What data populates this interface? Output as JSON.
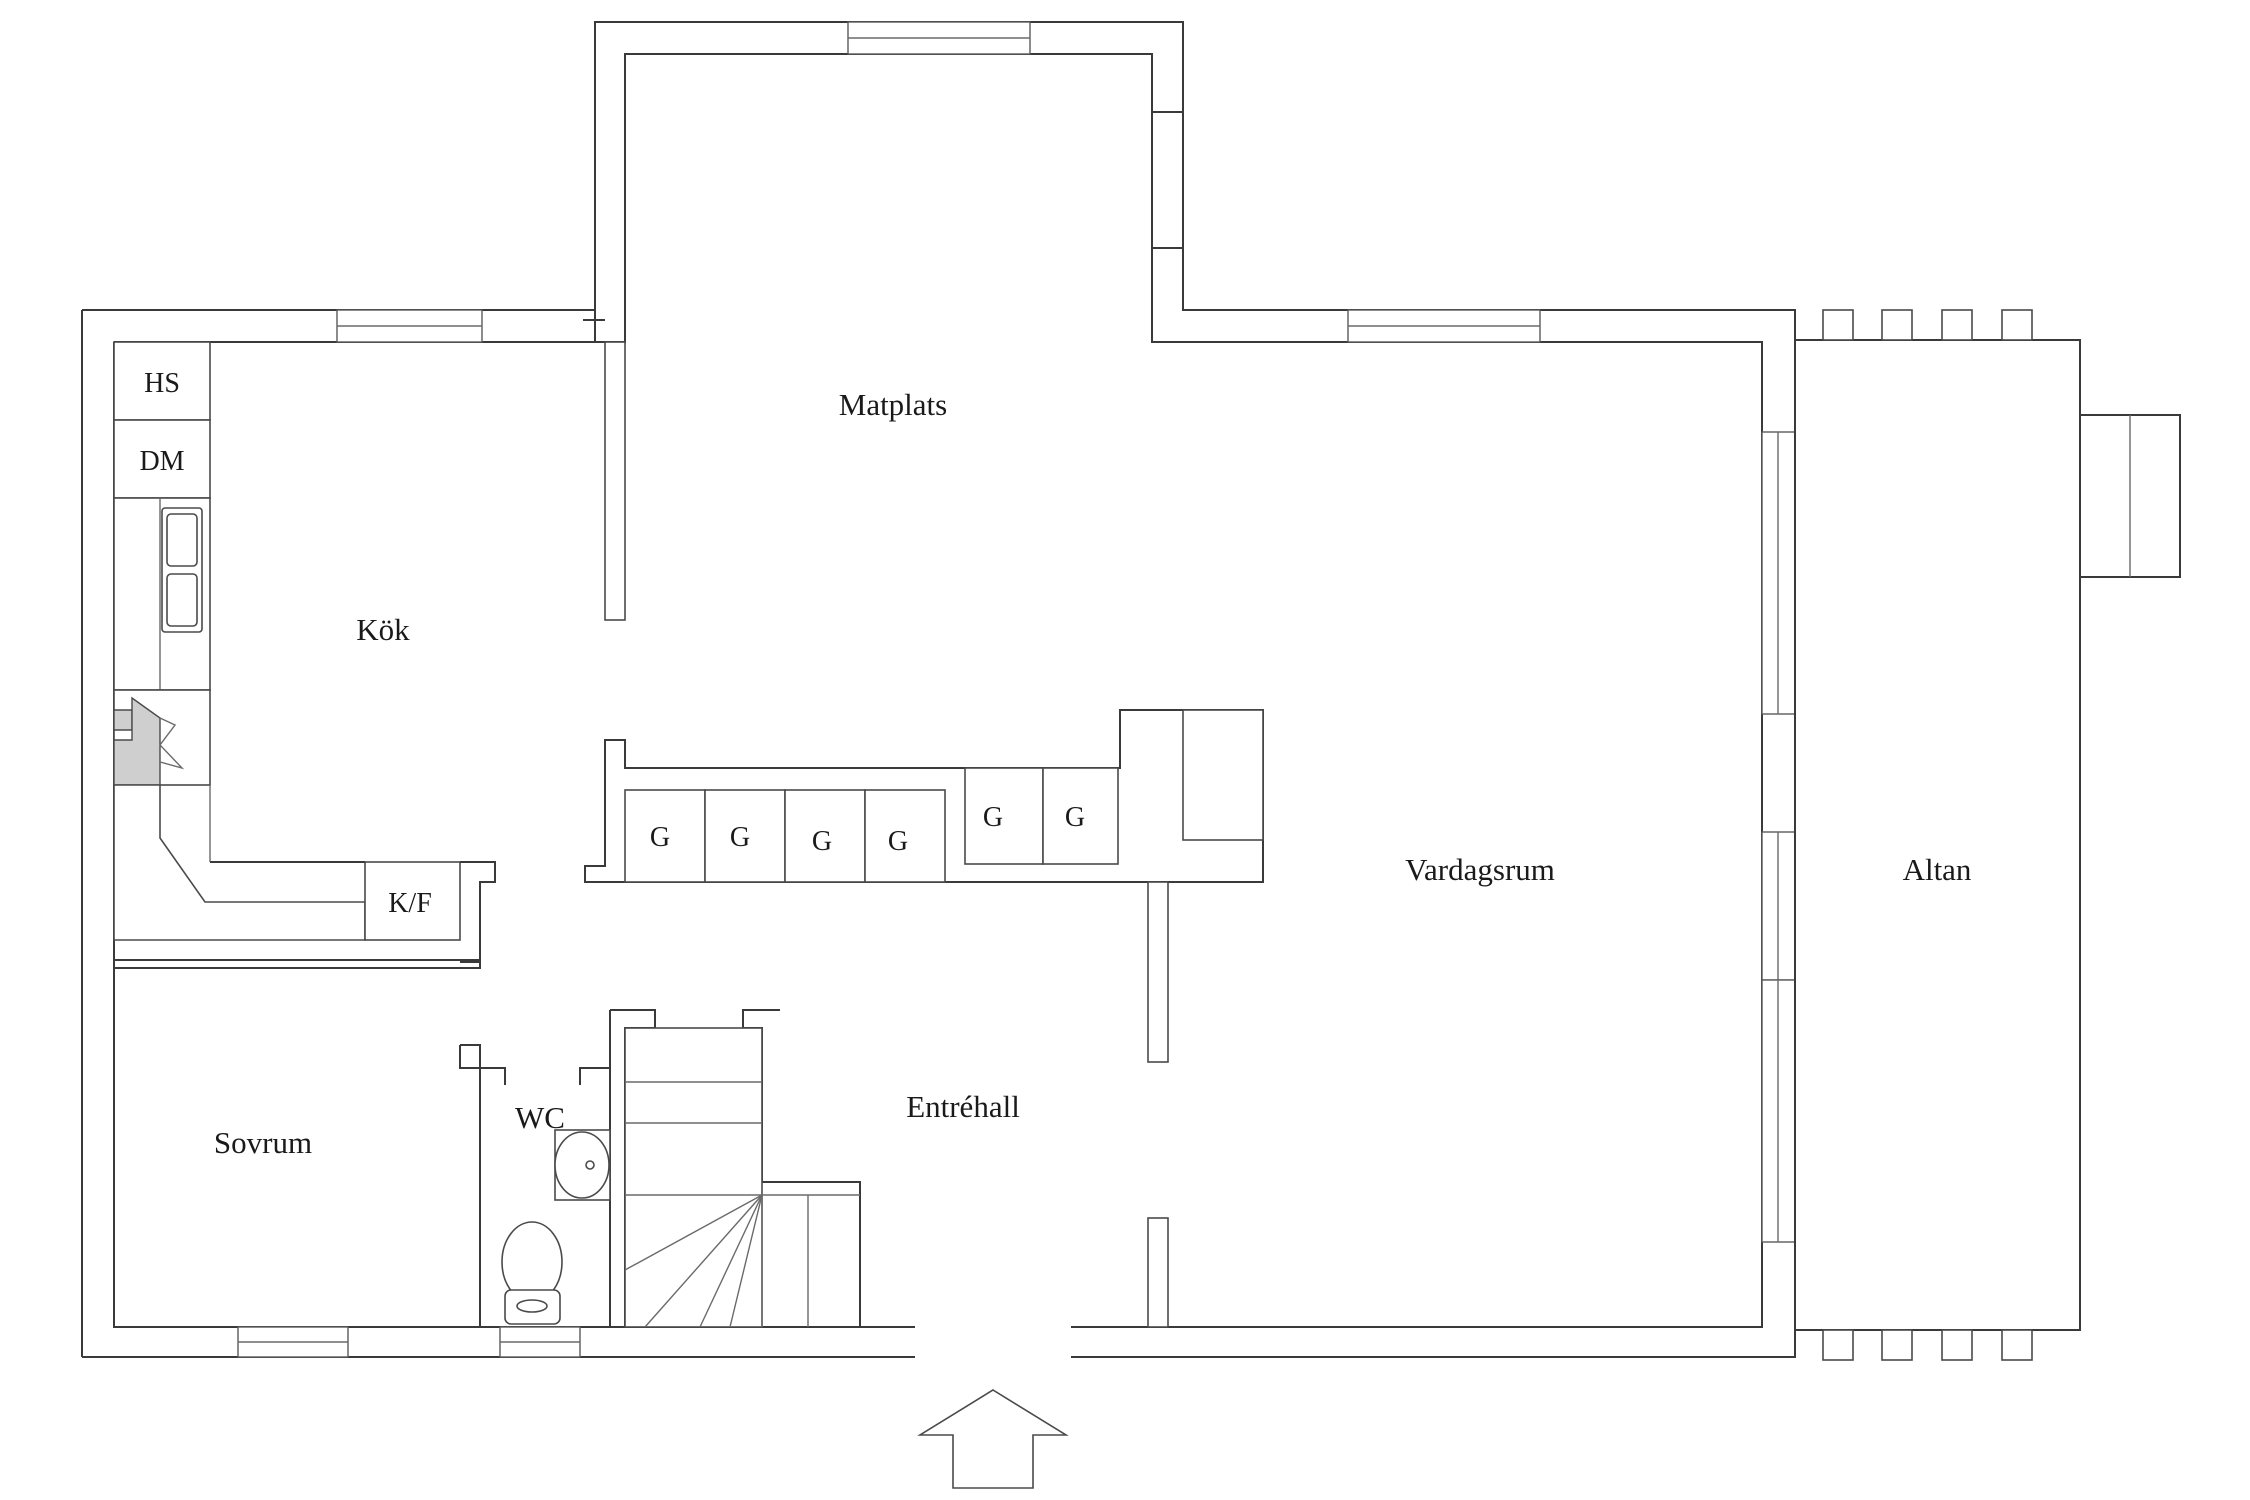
{
  "rooms": {
    "kok": "Kök",
    "matplats": "Matplats",
    "vardagsrum": "Vardagsrum",
    "altan": "Altan",
    "entrehall": "Entréhall",
    "sovrum": "Sovrum",
    "wc": "WC"
  },
  "fixtures": {
    "hs": "HS",
    "dm": "DM",
    "kf": "K/F",
    "garderob": [
      "G",
      "G",
      "G",
      "G",
      "G",
      "G"
    ]
  },
  "icons": {
    "entrance": "entrance-arrow-icon",
    "stairs": "staircase-icon",
    "sink": "sink-icon",
    "toilet": "toilet-icon",
    "stove": "stove-icon",
    "kitchen_sink": "kitchen-sink-icon"
  }
}
